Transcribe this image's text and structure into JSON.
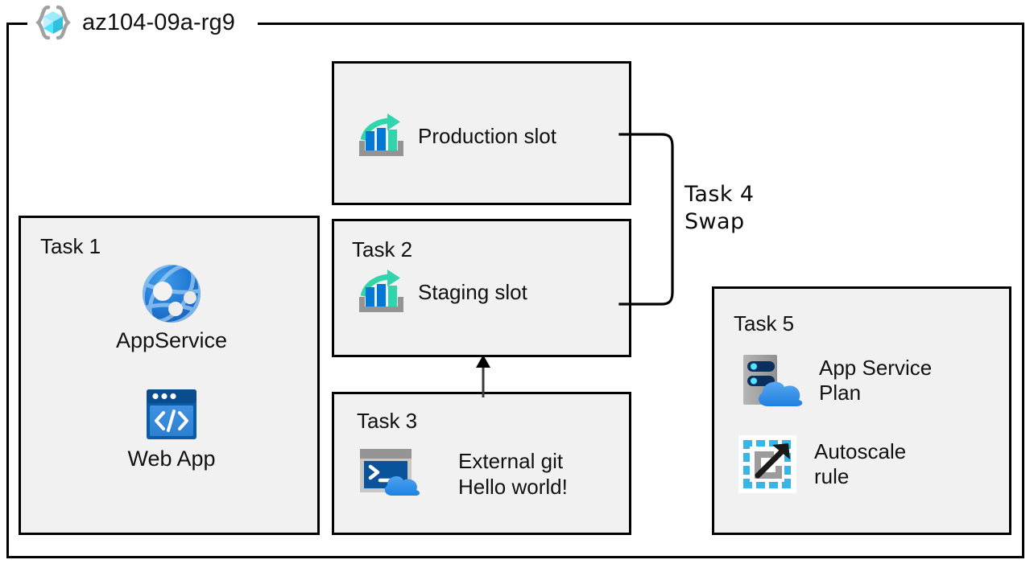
{
  "resource_group": {
    "name": "az104-09a-rg9",
    "icon": "resource-group-cube-icon"
  },
  "boxes": {
    "production": {
      "title": "",
      "item_label": "Production slot",
      "icon": "deployment-slot-icon"
    },
    "task1": {
      "title": "Task 1",
      "items": [
        {
          "label": "AppService",
          "icon": "app-service-globe-icon"
        },
        {
          "label": "Web App",
          "icon": "web-app-browser-icon"
        }
      ]
    },
    "task2": {
      "title": "Task 2",
      "item_label": "Staging slot",
      "icon": "deployment-slot-icon"
    },
    "task3": {
      "title": "Task 3",
      "item_label": "External git\nHello world!",
      "icon": "cloud-shell-icon"
    },
    "task5": {
      "title": "Task 5",
      "items": [
        {
          "label": "App Service\nPlan",
          "icon": "app-service-plan-icon"
        },
        {
          "label": "Autoscale\nrule",
          "icon": "autoscale-rule-icon"
        }
      ]
    }
  },
  "connectors": {
    "swap_label": "Task 4\nSwap",
    "deploy_arrow": "arrow-up-icon"
  },
  "colors": {
    "box_fill": "#f1f1f1",
    "stroke": "#000000",
    "azure_blue": "#0078d4",
    "azure_teal": "#32d4ac",
    "cube_cyan": "#50e6ff",
    "grey": "#a0a1a2",
    "navy": "#003067"
  }
}
